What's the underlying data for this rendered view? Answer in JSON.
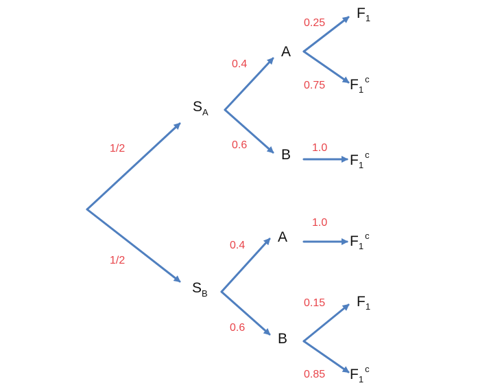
{
  "colors": {
    "arrow": "#4F7FBF",
    "probability": "#E8444A",
    "label": "#111111"
  },
  "nodes": {
    "S_A": {
      "main": "S",
      "sub": "A"
    },
    "S_B": {
      "main": "S",
      "sub": "B"
    },
    "A1": {
      "main": "A"
    },
    "B1": {
      "main": "B"
    },
    "A2": {
      "main": "A"
    },
    "B2": {
      "main": "B"
    },
    "leaf1": {
      "main": "F",
      "sub": "1"
    },
    "leaf2": {
      "main": "F",
      "sub": "1",
      "sup": "c"
    },
    "leaf3": {
      "main": "F",
      "sub": "1",
      "sup": "c"
    },
    "leaf4": {
      "main": "F",
      "sub": "1",
      "sup": "c"
    },
    "leaf5": {
      "main": "F",
      "sub": "1"
    },
    "leaf6": {
      "main": "F",
      "sub": "1",
      "sup": "c"
    }
  },
  "probabilities": {
    "root_SA": "1/2",
    "root_SB": "1/2",
    "SA_A": "0.4",
    "SA_B": "0.6",
    "SB_A": "0.4",
    "SB_B": "0.6",
    "A1_F1": "0.25",
    "A1_F1c": "0.75",
    "B1_F1c": "1.0",
    "A2_F1c": "1.0",
    "B2_F1": "0.15",
    "B2_F1c": "0.85"
  }
}
